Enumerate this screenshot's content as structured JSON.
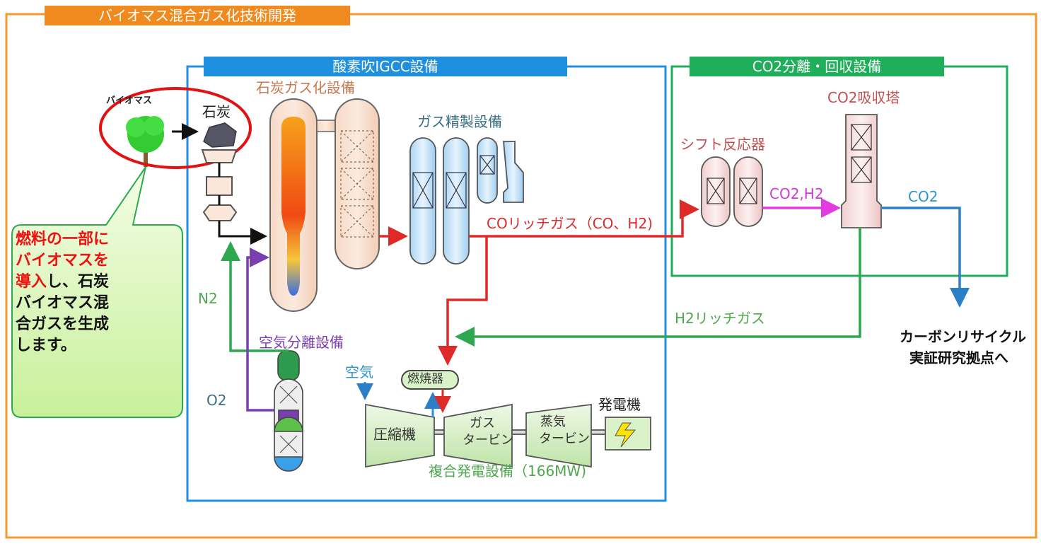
{
  "title": "バイオマス混合ガス化技術開発",
  "sections": {
    "igcc": "酸素吹IGCC設備",
    "co2": "CO2分離・回収設備"
  },
  "labels": {
    "biomass": "バイオマス",
    "coal": "石炭",
    "gasifier": "石炭ガス化設備",
    "gas_cleanup": "ガス精製設備",
    "shift_reactor": "シフト反応器",
    "co2_absorber": "CO2吸収塔",
    "co_rich_gas": "COリッチガス（CO、H2)",
    "co2_h2": "CO2,H2",
    "co2": "CO2",
    "h2_rich_gas": "H2リッチガス",
    "n2": "N2",
    "o2": "O2",
    "air_separation": "空気分離設備",
    "air": "空気",
    "combustor": "燃焼器",
    "compressor": "圧縮機",
    "gas_turbine_1": "ガス",
    "gas_turbine_2": "タービン",
    "steam_turbine_1": "蒸気",
    "steam_turbine_2": "タービン",
    "generator": "発電機",
    "combined_cycle": "複合発電設備（166MW)",
    "carbon_recycle_1": "カーボンリサイクル",
    "carbon_recycle_2": "実証研究拠点へ"
  },
  "callout": {
    "red_1": "燃料の一部に",
    "red_2": "バイオマスを",
    "red_3": "導入",
    "black_3": "し、石炭",
    "black_4": "バイオマス混",
    "black_5": "合ガスを生成",
    "black_6": "します。"
  },
  "colors": {
    "orange_frame": "#f29a2e",
    "blue": "#1f8fe0",
    "green": "#1fae5a",
    "red": "#e02a2a",
    "purple": "#7a3fae",
    "magenta": "#e23be0",
    "callout_fill": "#d8f5b0"
  }
}
